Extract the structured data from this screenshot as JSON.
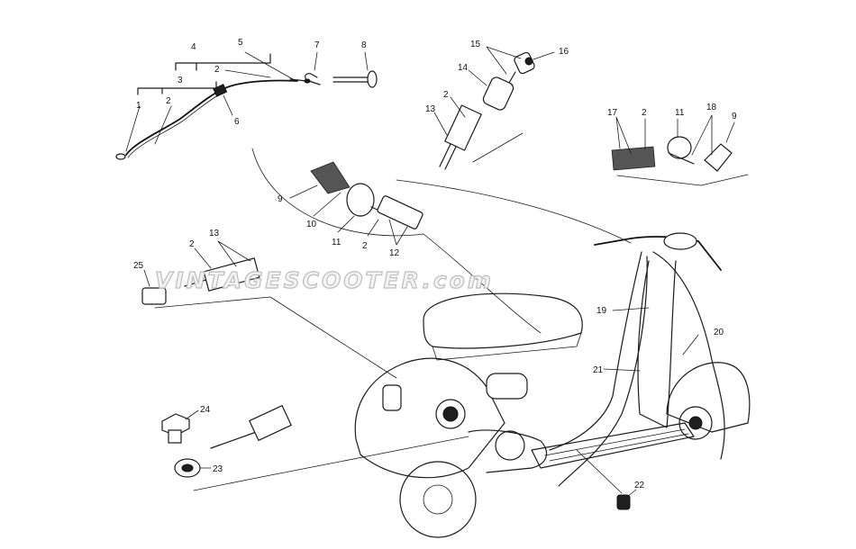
{
  "watermark": "VINTAGESCOOTER.com",
  "labels": {
    "l1": "1",
    "l2a": "2",
    "l2b": "2",
    "l3": "3",
    "l4": "4",
    "l5": "5",
    "l6": "6",
    "l7": "7",
    "l8": "8",
    "l15": "15",
    "l16": "16",
    "l14": "14",
    "l2c": "2",
    "l13a": "13",
    "l17": "17",
    "l2d": "2",
    "l11a": "11",
    "l18": "18",
    "l9a": "9",
    "l9b": "9",
    "l10": "10",
    "l11b": "11",
    "l2e": "2",
    "l12": "12",
    "l13b": "13",
    "l2f": "2",
    "l25": "25",
    "l19": "19",
    "l20": "20",
    "l21": "21",
    "l24": "24",
    "l23": "23",
    "l22": "22"
  },
  "colors": {
    "ink": "#1a1a1a",
    "paper": "#ffffff",
    "watermark_stroke": "#bdbdbd"
  }
}
